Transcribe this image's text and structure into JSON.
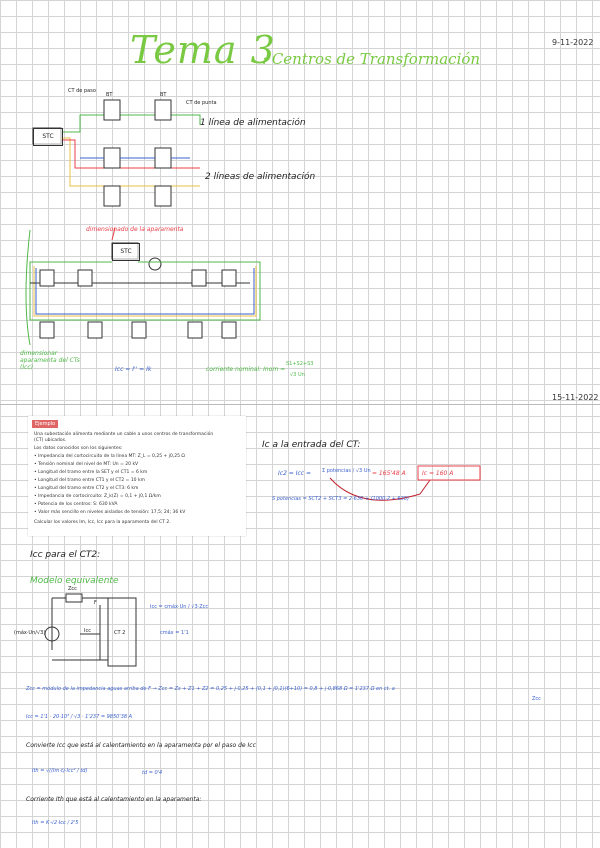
{
  "page1": {
    "title": "Tema 3",
    "subtitle": ": Centros de Transformación",
    "date": "9-11-2022",
    "labels": {
      "ct_paso": "CT de paso",
      "ct_punta": "CT de punta",
      "stc": "STC",
      "bt": "BT",
      "one_line": "1 línea de alimentación",
      "two_lines": "2 líneas de alimentación",
      "dimensionado": "dimensionado de la aparamenta",
      "dimensionar": "dimensionar aparamenta del CTs (Icc)",
      "icc_eq": "Icc = I'' = Ik",
      "inom_eq": "corriente nominal: Inom = ",
      "inom_frac_num": "S1+S2+S3",
      "inom_frac_den": "√3 Un"
    }
  },
  "page2": {
    "date": "15-11-2022",
    "doc_tag": "Ejemplo",
    "doc_lines": [
      "Una subestación alimenta mediante un cable a unos centros de transformación",
      "(CT) ubicados.",
      "Los datos conocidos son los siguientes:",
      "• Impedancia del cortocircuito de la línea MT: Z_L = 0,25 + j0,25 Ω",
      "• Tensión nominal del nivel de MT: Un = 20 kV",
      "• Longitud del tramo entre la SET y el CT1 = 6 km",
      "• Longitud del tramo entre CT1 y el CT2 = 10 km",
      "• Longitud del tramo entre CT2 y el CT3: 6 km",
      "• Impedancia de cortocircuito: Z_k(Z) = 0,1 + j0,1 Ω/km",
      "• Potencia de los centros: S: 630 kVA",
      "• Valor más sencillo en niveles aislados de tensión: 17,5; 24; 36 kV",
      "Calcular los valores Im, Icc, Icc para la aparamenta del CT 2."
    ],
    "ic_entrada": "Ic a la entrada del CT:",
    "ic_eq1": "Ic2 = Icc = ",
    "ic_frac": "Σ potencias / √3 Un",
    "ic_result": "= 165'48 A",
    "ic_final": "Ic = 160 A",
    "spot_eq": "S potencias = SCT2 + SCT3 = 2·630 + (1000·2 + 630)",
    "icc_ct2": "Icc para el CT2:",
    "modelo": "Modelo equivalente",
    "zcc_label": "Zcc",
    "f_label": "F",
    "ct2_label": "CT 2",
    "source_label": "(máx·Un/√3)",
    "icc_label": "Icc",
    "icc_formula": "Icc = cmáx·Un / √3·Zcc",
    "cmax": "cmáx = 1'1",
    "zcc_text": "Zcc = módulo de la impedancia aguas arriba de F → Zcc = Zs + Z1 + Z2 = 0,25 + j·0,25 + (0,1 + j0,1)(6+10) = 0,8 + j·0,868 Ω = 1'237 Ω en ct. a",
    "zcc_sub": "Zcc",
    "icc_result": "Icc = 1'1 · 20·10³ / √3 · 1'237 = 9850'38 A",
    "convert_text": "Convierte Icc que está al calentamiento en la aparamenta por el paso de Icc",
    "ith_eq": "Ith = √((Im·t)·Icc² / td)",
    "td": "td = 0'4",
    "convert2_text": "Corriente Ith que está al calentamiento en la aparamenta:",
    "ith_final": "Ith = K·√2·Icc / 2'5"
  }
}
